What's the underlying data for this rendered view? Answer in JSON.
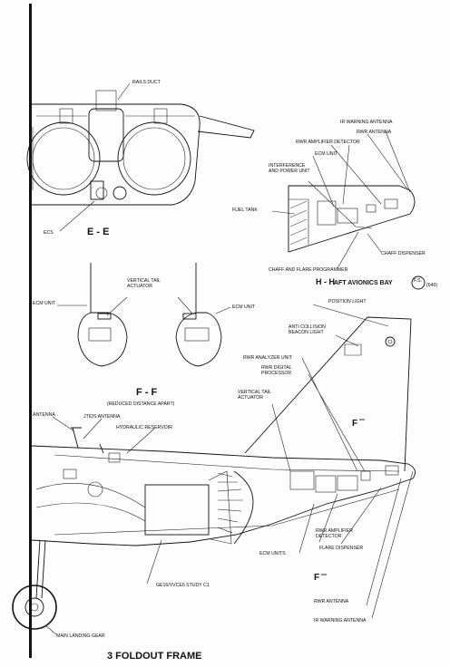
{
  "labels": {
    "rails_duct": "RAILS DUCT",
    "ecs": "ECS",
    "section_ee": "E - E",
    "ir_warning_antenna_top": "IR WARNING ANTENNA",
    "rwr_antenna_top": "RWR ANTENNA",
    "rwr_amplifier_detector_top": "RWR AMPLIFIER DETECTOR",
    "ecm_unit_top": "ECM UNIT",
    "interference_power_unit": "INTERFERENCE AND POWER UNIT",
    "fuel_tank": "FUEL TANK",
    "chaff_dispenser": "CHAFF DISPENSER",
    "chaff_flare_programmer": "CHAFF AND FLARE PROGRAMMER",
    "section_hh": "H - H",
    "aft_avionics_bay": "AFT AVIONICS BAY",
    "stamp_fs": "F.S.",
    "stamp_num": "(640)",
    "vertical_tail_actuator_mid": "VERTICAL TAIL ACTUATOR",
    "ecm_unit_left": "ECM UNIT",
    "ecm_unit_right": "ECM UNIT",
    "section_ff": "F - F",
    "reduced_distance": "(REDUCED DISTANCE APART)",
    "position_light": "POSITION LIGHT",
    "anti_collision_beacon": "ANTI COLLISION BEACON LIGHT",
    "rwr_analyzer_unit": "RWR ANALYZER UNIT",
    "rwr_digital_processor": "RWR DIGITAL PROCESSOR",
    "vertical_tail_actuator_low": "VERTICAL TAIL ACTUATOR",
    "antenna": "ANTENNA",
    "jtids_antenna": "JTIDS ANTENNA",
    "hydraulic_reservoir": "HYDRAULIC RESERVOIR",
    "rwr_amplifier_detector_low": "RWR AMPLIFIER DETECTOR",
    "ecm_units": "ECM UNITS",
    "flare_dispenser": "FLARE DISPENSER",
    "ge16_study": "GE16/VVCE6 STUDY C1",
    "section_f_top": "F",
    "section_f_bottom": "F",
    "rwr_antenna_low": "RWR ANTENNA",
    "ir_warning_antenna_low": "IR WARNING ANTENNA",
    "main_landing_gear": "MAIN LANDING GEAR",
    "foldout": "3 FOLDOUT FRAME"
  }
}
